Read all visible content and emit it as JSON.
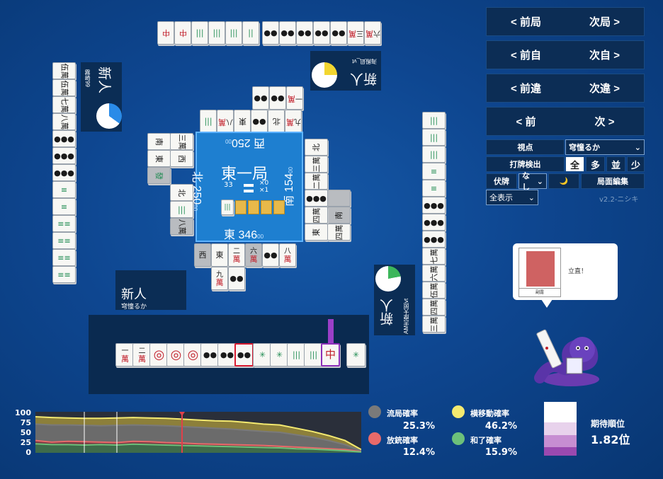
{
  "nav": {
    "prev_round": "< 前局",
    "next_round": "次局 >",
    "prev_self": "< 前自",
    "next_self": "次自 >",
    "prev_diff": "< 前違",
    "next_diff": "次違 >",
    "prev": "< 前",
    "next": "次 >"
  },
  "controls": {
    "viewpoint_label": "視点",
    "viewpoint_value": "穹憧るか",
    "detect_label": "打牌検出",
    "detect_options": [
      "全",
      "多",
      "並",
      "少"
    ],
    "hidden_label": "伏牌",
    "hidden_value": "なし",
    "moon_icon": "🌙",
    "edit_label": "局面編集",
    "display_value": "全表示",
    "version": "v2.2-ニシキ"
  },
  "center": {
    "round": "東一局",
    "honba": "×0",
    "riichi_sticks": "×1",
    "remaining": "33",
    "seats": {
      "bottom": {
        "wind": "東",
        "score": "346",
        "sub": "00"
      },
      "right": {
        "wind": "南",
        "score": "154",
        "sub": "00"
      },
      "top": {
        "wind": "西",
        "score": "250",
        "sub": "00"
      },
      "left": {
        "wind": "北",
        "score": "250",
        "sub": "00"
      }
    }
  },
  "players": {
    "self": {
      "rank": "新人",
      "name": "穹憧るか"
    },
    "right": {
      "rank": "新人",
      "name": "AM志摩大照vt",
      "pie": 0.22
    },
    "top": {
      "rank": "新人",
      "name": "海殿凪_vt",
      "pie": 0.25
    },
    "left": {
      "rank": "新人",
      "name": "霧崎99",
      "pie": 0.35
    }
  },
  "bubble": {
    "text": "立直！",
    "bar_label": "副露",
    "bar_value": 1.0
  },
  "stats": {
    "ryukyoku_label": "流局確率",
    "ryukyoku_value": "25.3%",
    "yoko_label": "横移動確率",
    "yoko_value": "46.2%",
    "houju_label": "放銃確率",
    "houju_value": "12.4%",
    "hora_label": "和了確率",
    "hora_value": "15.9%",
    "expected_label": "期待順位",
    "expected_value": "1.82位",
    "colors": {
      "ryukyoku": "#7a7a7a",
      "yoko": "#f4ea70",
      "houju": "#e86a6a",
      "hora": "#6cc07a"
    }
  },
  "chart_data": {
    "type": "area",
    "yticks": [
      "100",
      "75",
      "50",
      "25",
      "0"
    ],
    "ylim": [
      0,
      100
    ],
    "x": [
      0,
      5,
      10,
      15,
      20,
      25,
      30,
      35,
      40,
      45,
      50,
      55,
      60,
      65,
      70,
      75,
      80,
      85,
      90,
      95,
      100
    ],
    "series": [
      {
        "name": "横移動確率",
        "values": [
          88,
          86,
          85,
          84,
          84,
          85,
          86,
          85,
          84,
          82,
          80,
          78,
          77,
          74,
          70,
          68,
          60,
          52,
          42,
          30,
          8
        ]
      },
      {
        "name": "流局確率",
        "values": [
          70,
          68,
          68,
          67,
          66,
          67,
          68,
          67,
          66,
          64,
          62,
          60,
          58,
          55,
          52,
          50,
          44,
          38,
          30,
          20,
          5
        ]
      },
      {
        "name": "放銃確率",
        "values": [
          30,
          26,
          28,
          27,
          26,
          25,
          28,
          27,
          25,
          24,
          22,
          21,
          20,
          19,
          18,
          16,
          14,
          12,
          10,
          8,
          3
        ]
      },
      {
        "name": "和了確率",
        "values": [
          22,
          20,
          20,
          19,
          20,
          19,
          21,
          20,
          19,
          18,
          17,
          16,
          15,
          14,
          13,
          12,
          10,
          9,
          7,
          5,
          2
        ]
      }
    ],
    "markers": [
      15,
      25,
      45
    ],
    "current": 45
  }
}
